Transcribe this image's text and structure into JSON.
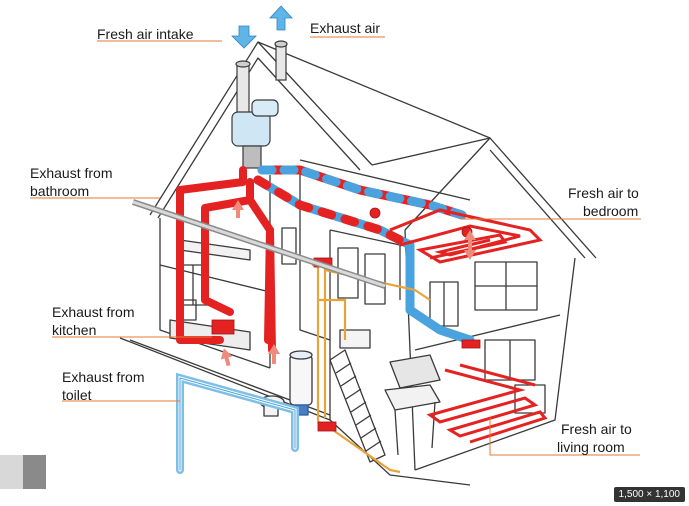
{
  "labels": {
    "fresh_air_intake": "Fresh air intake",
    "exhaust_air": "Exhaust air",
    "exhaust_bathroom_1": "Exhaust from",
    "exhaust_bathroom_2": "bathroom",
    "exhaust_kitchen_1": "Exhaust from",
    "exhaust_kitchen_2": "kitchen",
    "exhaust_toilet_1": "Exhaust from",
    "exhaust_toilet_2": "toilet",
    "fresh_bedroom_1": "Fresh air to",
    "fresh_bedroom_2": "bedroom",
    "fresh_living_1": "Fresh air to",
    "fresh_living_2": "living room"
  },
  "image_badge": "1,500 × 1,100",
  "colors": {
    "supply_duct": "#e52222",
    "extract_duct": "#e52222",
    "fresh_duct": "#4aa3df",
    "outline": "#3a3a3a",
    "leader_line": "#e57a2e",
    "badge_bg": "#333333"
  },
  "icons": {
    "intake_arrow": "arrow-down-icon",
    "exhaust_arrow": "arrow-up-icon"
  }
}
